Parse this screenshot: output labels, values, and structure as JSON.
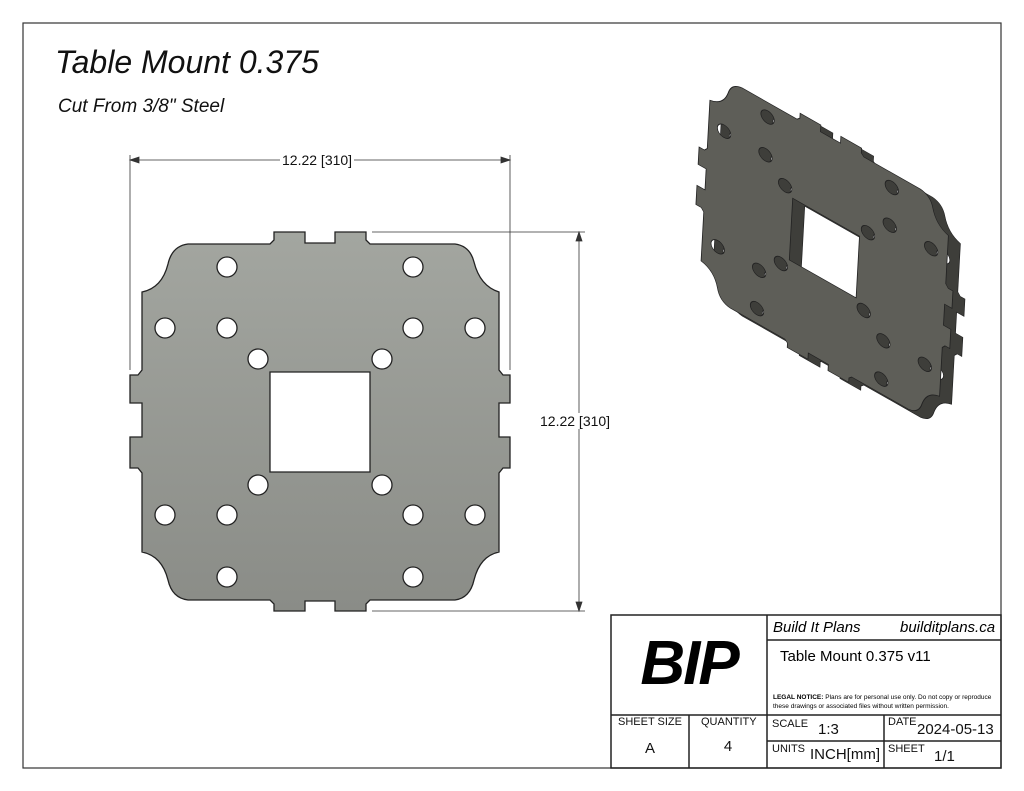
{
  "drawing": {
    "title": "Table Mount 0.375",
    "subtitle": "Cut From 3/8\" Steel",
    "width_dimension": "12.22 [310]",
    "height_dimension": "12.22 [310]"
  },
  "title_block": {
    "logo": "BIP",
    "company": "Build It Plans",
    "website": "builditplans.ca",
    "part_name": "Table Mount 0.375 v11",
    "legal_label": "LEGAL NOTICE:",
    "legal_text": "Plans are for personal use only. Do not copy or reproduce these drawings or associated files without written permission.",
    "sheet_size_label": "SHEET SIZE",
    "sheet_size": "A",
    "quantity_label": "QUANTITY",
    "quantity": "4",
    "scale_label": "SCALE",
    "scale": "1:3",
    "date_label": "DATE",
    "date": "2024-05-13",
    "units_label": "UNITS",
    "units": "INCH[mm]",
    "sheet_label": "SHEET",
    "sheet": "1/1"
  },
  "colors": {
    "plate_flat": "#979994",
    "plate_iso": "#5a5a55",
    "line": "#222222"
  }
}
